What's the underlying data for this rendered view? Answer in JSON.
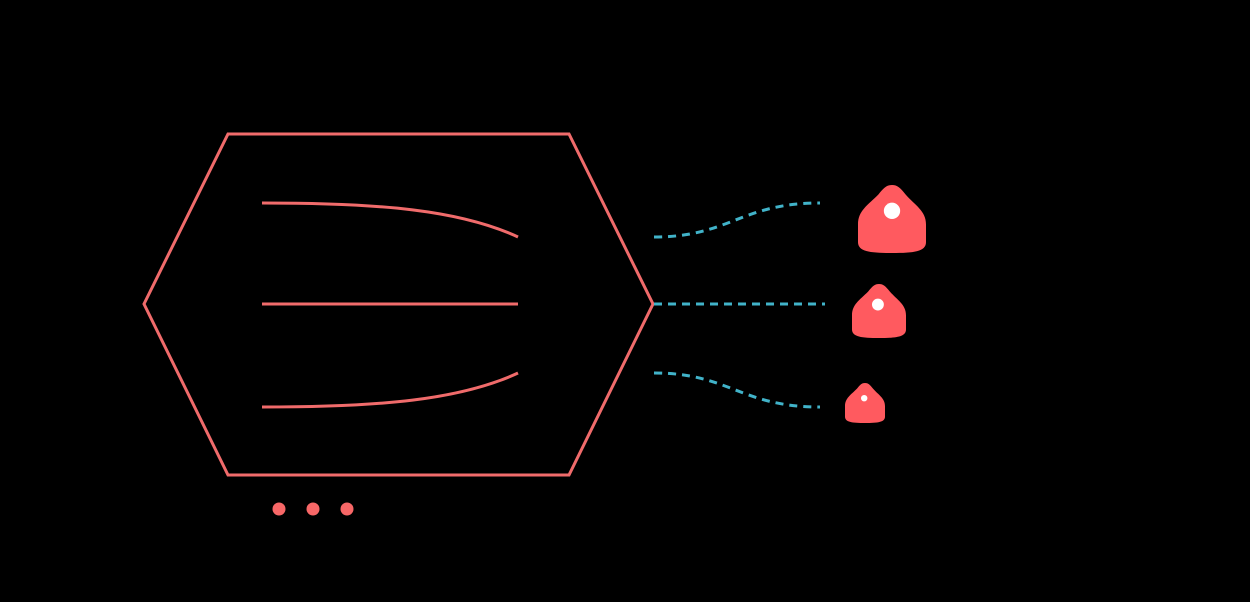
{
  "colors": {
    "background": "#000000",
    "hexagon_stroke": "#f06b6b",
    "inner_lines": "#f06b6b",
    "connector": "#41b3c9",
    "node_fill": "#ff5a5f",
    "node_eye": "#ffffff",
    "dots": "#f76767"
  },
  "icons": {
    "hub": "hexagon-icon",
    "nodes": [
      "blob-node-icon-large",
      "blob-node-icon-medium",
      "blob-node-icon-small"
    ],
    "more": "ellipsis-icon"
  }
}
